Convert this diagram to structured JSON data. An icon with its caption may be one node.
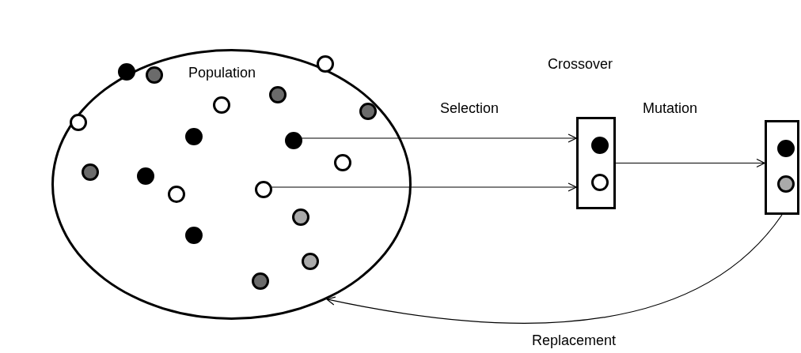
{
  "diagram": {
    "nodes": [
      {
        "text": [
          "Population"
        ]
      },
      {
        "text": [],
        "shape": "circle",
        "in": 0
      },
      {
        "text": [],
        "shape": "circle",
        "in": 0
      },
      {
        "text": [],
        "shape": "circle",
        "in": 0
      },
      {
        "text": [],
        "shape": "circle",
        "in": 0
      },
      {
        "text": [],
        "shape": "circle",
        "in": 0
      },
      {
        "text": [],
        "shape": "circle",
        "in": 0
      },
      {
        "text": [],
        "shape": "circle",
        "in": 0
      },
      {
        "text": [],
        "shape": "circle",
        "in": 0
      },
      {
        "text": [],
        "shape": "circle",
        "in": 0
      },
      {
        "text": [],
        "shape": "circle",
        "in": 0
      },
      {
        "text": [],
        "shape": "circle",
        "in": 0
      },
      {
        "text": [],
        "shape": "circle",
        "in": 0
      },
      {
        "text": [],
        "shape": "circle",
        "in": 0
      },
      {
        "text": [],
        "shape": "circle",
        "in": 0
      },
      {
        "text": [],
        "shape": "circle",
        "in": 0
      },
      {
        "text": [],
        "shape": "circle",
        "in": 0
      },
      {
        "text": [],
        "shape": "circle",
        "in": 0
      },
      {
        "text": [],
        "shape": "circle",
        "in": 0
      },
      {
        "text": [],
        "shape": "box",
        "beside": [
          "Crossover"
        ]
      },
      {
        "text": [],
        "shape": "circle",
        "in": 19
      },
      {
        "text": [],
        "shape": "circle",
        "in": 19
      },
      {
        "text": [],
        "shape": "box"
      },
      {
        "text": [],
        "shape": "circle",
        "in": 22
      },
      {
        "text": [],
        "shape": "circle",
        "in": 22
      }
    ],
    "edges": [
      {
        "from": 9,
        "to": 19,
        "arrow": "to"
      },
      {
        "from": 13,
        "to": 19,
        "arrow": "to"
      },
      {
        "from": 19,
        "to": 22,
        "arrow": "to"
      },
      {
        "from": 22,
        "to": 0,
        "arrow": "to"
      }
    ],
    "labels": [
      "Selection",
      "Mutation",
      "Replacement"
    ]
  }
}
